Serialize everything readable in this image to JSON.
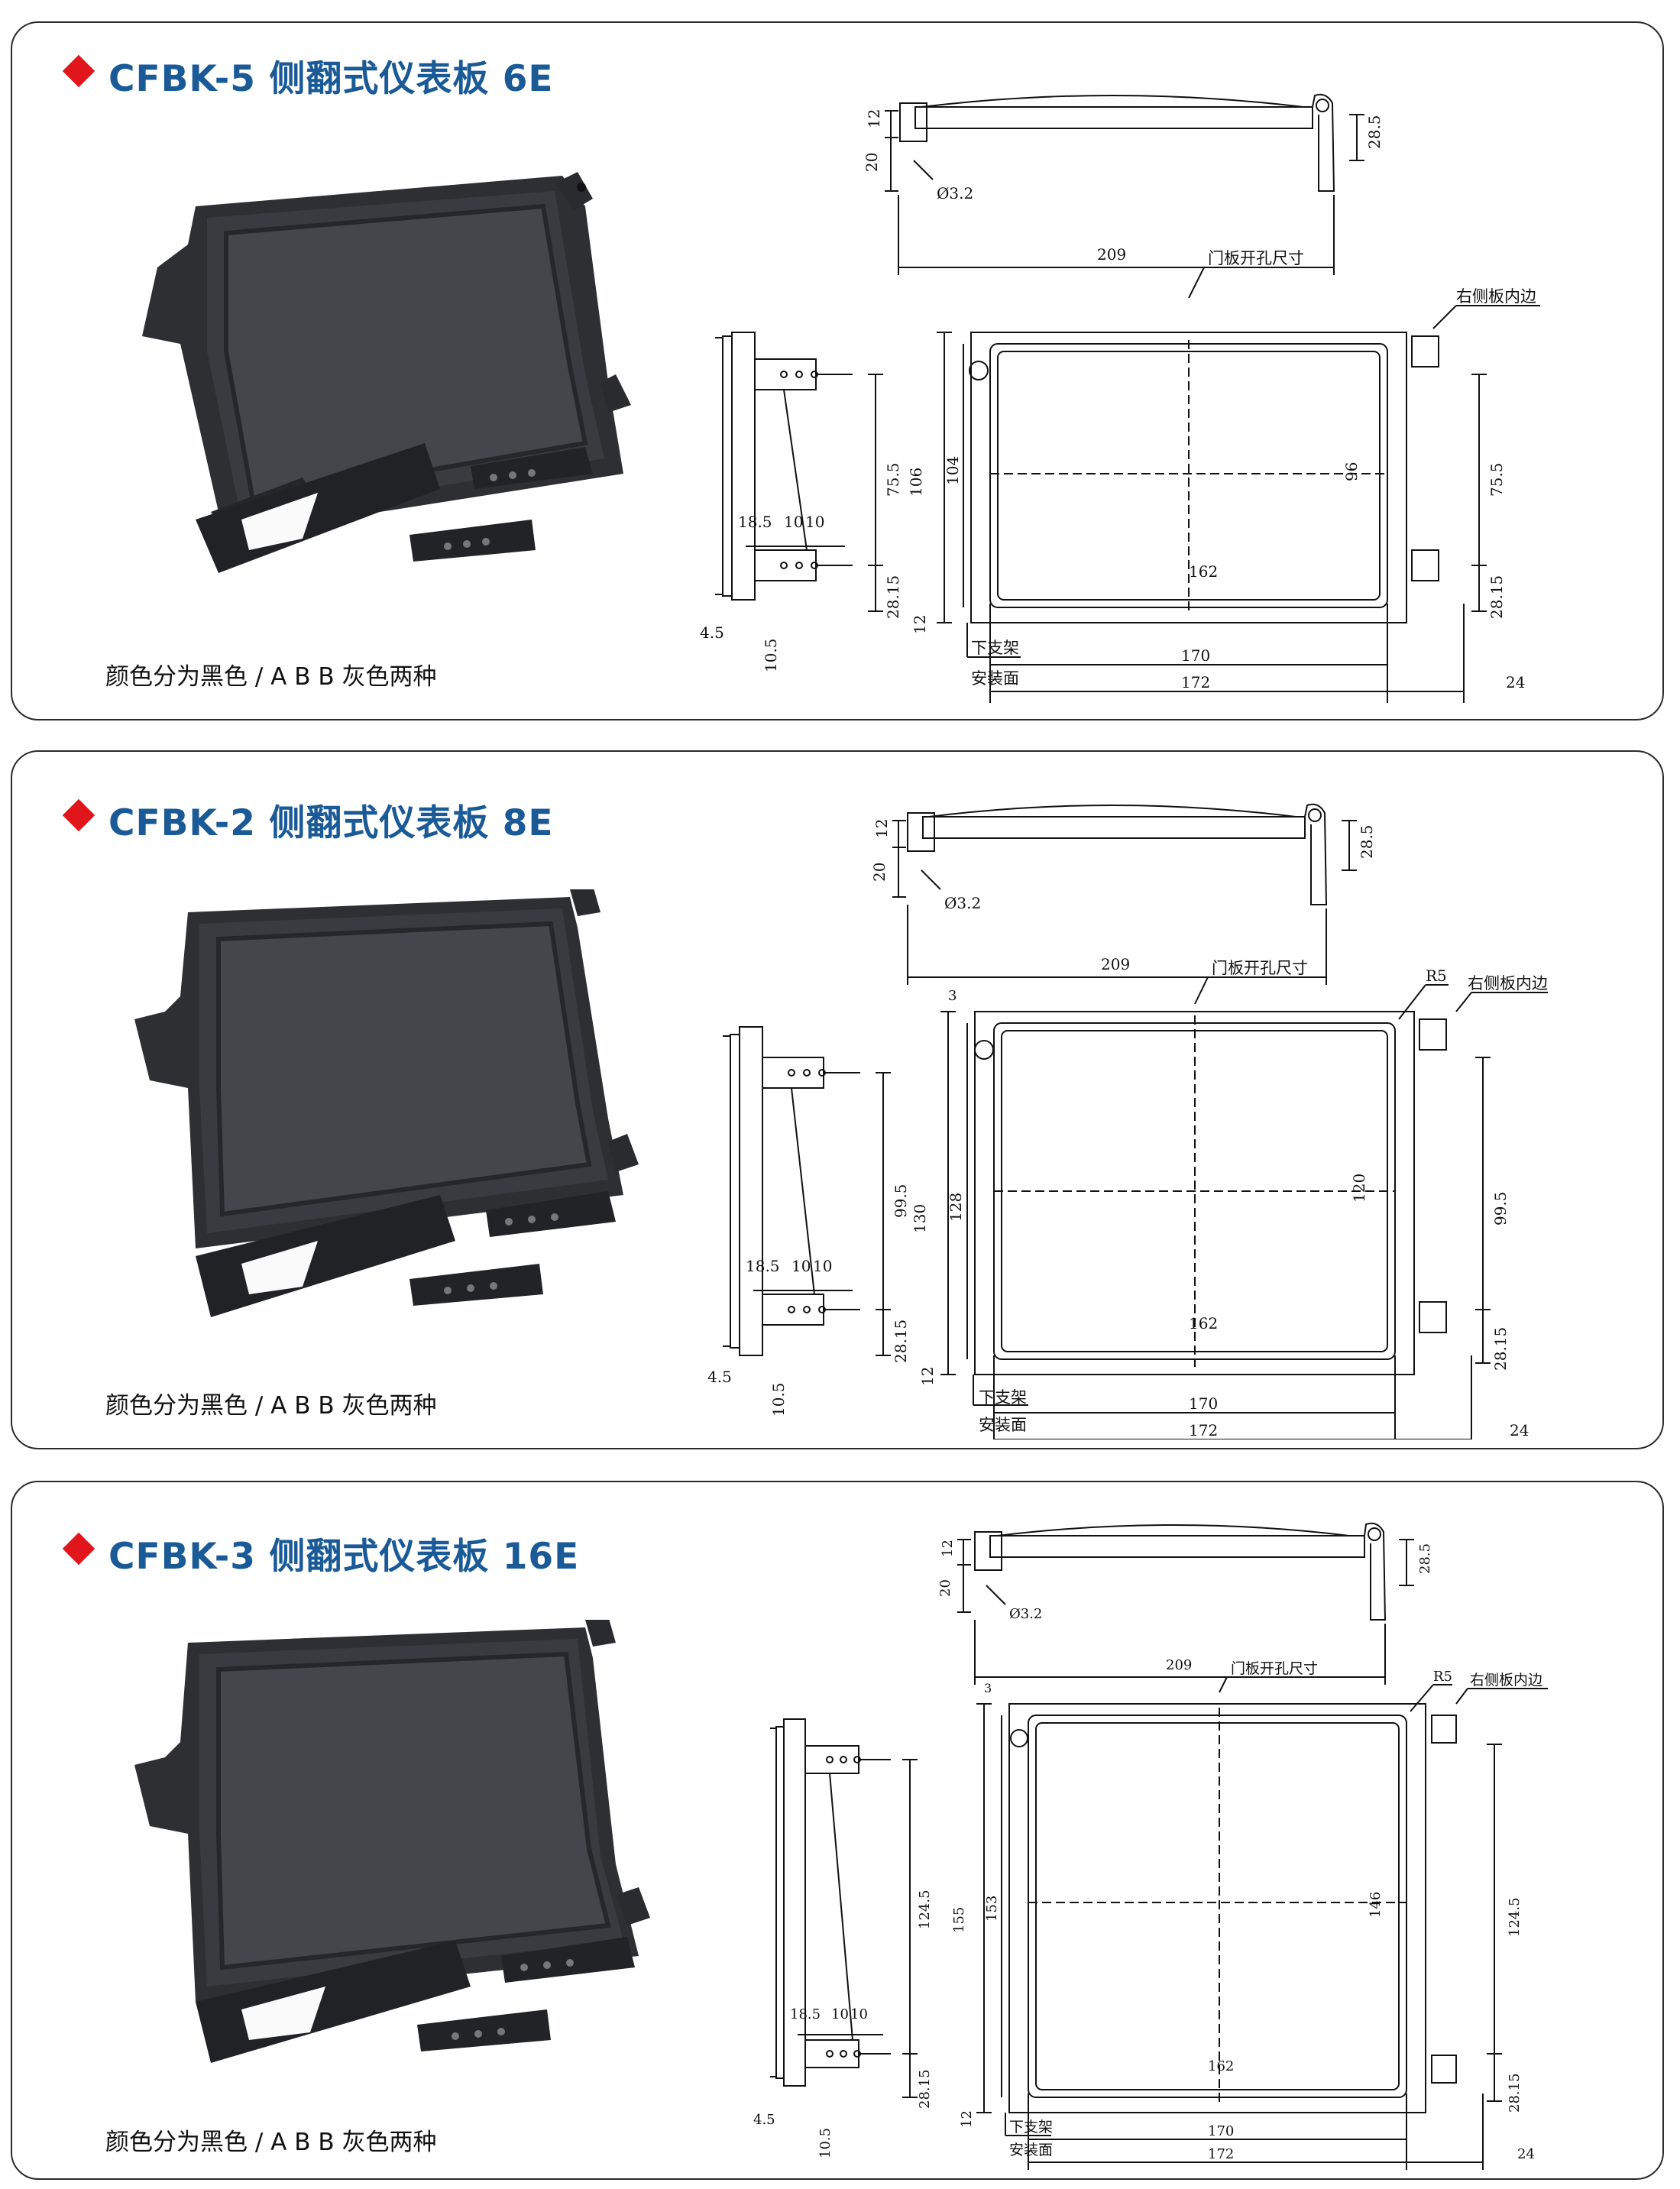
{
  "products": [
    {
      "title": "CFBK-5 侧翻式仪表板 6E",
      "color_note": "颜色分为黑色 / A B B 灰色两种",
      "dims": {
        "width_top": "209",
        "side_height": "75.5",
        "front_height": "106",
        "inner_height": "104",
        "cutout_height": "96",
        "cutout_width": "162",
        "bottom_gap": "12",
        "bottom_170": "170",
        "bottom_172": "172",
        "bottom_24": "24",
        "right_vert": "75.5",
        "right_bottom": "28.15"
      },
      "r5": ""
    },
    {
      "title": "CFBK-2 侧翻式仪表板 8E",
      "color_note": "颜色分为黑色 / A B B 灰色两种",
      "dims": {
        "width_top": "209",
        "side_height": "99.5",
        "front_height": "130",
        "inner_height": "128",
        "cutout_height": "120",
        "cutout_width": "162",
        "bottom_gap": "12",
        "bottom_170": "170",
        "bottom_172": "172",
        "bottom_24": "24",
        "right_vert": "99.5",
        "right_bottom": "28.15"
      },
      "r5": "R5"
    },
    {
      "title": "CFBK-3 侧翻式仪表板 16E",
      "color_note": "颜色分为黑色 / A B B 灰色两种",
      "dims": {
        "width_top": "209",
        "side_height": "124.5",
        "front_height": "155",
        "inner_height": "153",
        "cutout_height": "146",
        "cutout_width": "162",
        "bottom_gap": "12",
        "bottom_170": "170",
        "bottom_172": "172",
        "bottom_24": "24",
        "right_vert": "124.5",
        "right_bottom": "28.15"
      },
      "r5": "R5"
    }
  ],
  "common": {
    "dim_12": "12",
    "dim_20": "20",
    "dim_28_5": "28.5",
    "hole": "Ø3.2",
    "dim_18_5": "18.5",
    "dim_10": "10",
    "dim_4_5": "4.5",
    "dim_10_5": "10.5",
    "dim_28_15": "28.15",
    "dim_3": "3",
    "label_cutout": "门板开孔尺寸",
    "label_right_inner": "右侧板内边",
    "label_lower_bracket": "下支架",
    "label_mount_face": "安装面"
  }
}
